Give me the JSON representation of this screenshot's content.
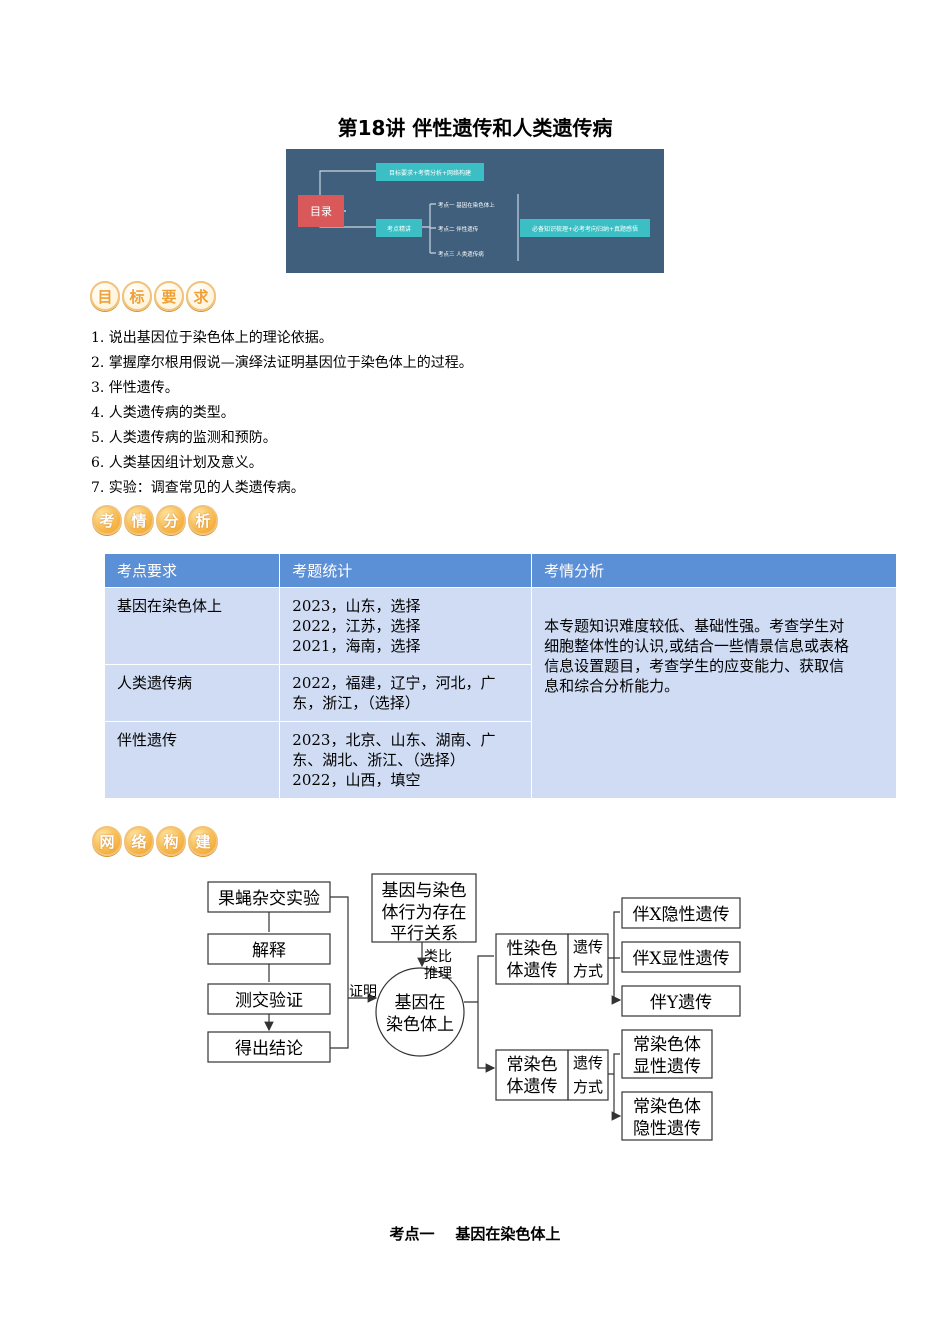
{
  "title": "第18讲  伴性遗传和人类遗传病",
  "toc": {
    "root": "目录",
    "branch1": "目标要求+考情分析+网络构建",
    "branch2": "考点精讲",
    "points": [
      "考点一 基因在染色体上",
      "考点二 伴性遗传",
      "考点三 人类遗传病"
    ],
    "summary": "必备知识梳理+必考考向归纳+真题感悟"
  },
  "sections": {
    "goals": [
      "目",
      "标",
      "要",
      "求"
    ],
    "analysis": [
      "考",
      "情",
      "分",
      "析"
    ],
    "network": [
      "网",
      "络",
      "构",
      "建"
    ]
  },
  "goals": [
    "1. 说出基因位于染色体上的理论依据。",
    "2. 掌握摩尔根用假说—演绎法证明基因位于染色体上的过程。",
    "3. 伴性遗传。",
    "4. 人类遗传病的类型。",
    "5. 人类遗传病的监测和预防。",
    "6. 人类基因组计划及意义。",
    "7. 实验：调查常见的人类遗传病。"
  ],
  "table": {
    "headers": [
      "考点要求",
      "考题统计",
      "考情分析"
    ],
    "rows": [
      {
        "topic": "基因在染色体上",
        "stats": [
          "2023，山东，选择",
          "2022，江苏，选择",
          "2021，海南，选择"
        ]
      },
      {
        "topic": "人类遗传病",
        "stats": [
          "2022，福建，辽宁，河北，广",
          "东，浙江，（选择）"
        ]
      },
      {
        "topic": "伴性遗传",
        "stats": [
          "2023，北京、山东、湖南、广",
          "东、湖北、浙江、（选择）",
          "2022，山西，填空"
        ]
      }
    ],
    "analysis": [
      "本专题知识难度较低、基础性强。考查学生对",
      "细胞整体性的认识,或结合一些情景信息或表格",
      "信息设置题目，考查学生的应变能力、获取信",
      "息和综合分析能力。"
    ]
  },
  "mindmap": {
    "steps": [
      "果蝇杂交实验",
      "解释",
      "测交验证",
      "得出结论"
    ],
    "prove": "证明",
    "parallel": [
      "基因与染色",
      "体行为存在",
      "平行关系"
    ],
    "analogy": [
      "类比",
      "推理"
    ],
    "center": [
      "基因在",
      "染色体上"
    ],
    "sex": [
      "性染色",
      "体遗传"
    ],
    "auto": [
      "常染色",
      "体遗传"
    ],
    "mode": [
      "遗传",
      "方式"
    ],
    "sex_types": [
      "伴X隐性遗传",
      "伴X显性遗传",
      "伴Y遗传"
    ],
    "auto_types": [
      [
        "常染色体",
        "显性遗传"
      ],
      [
        "常染色体",
        "隐性遗传"
      ]
    ]
  },
  "section_heading": "考点一    基因在染色体上"
}
